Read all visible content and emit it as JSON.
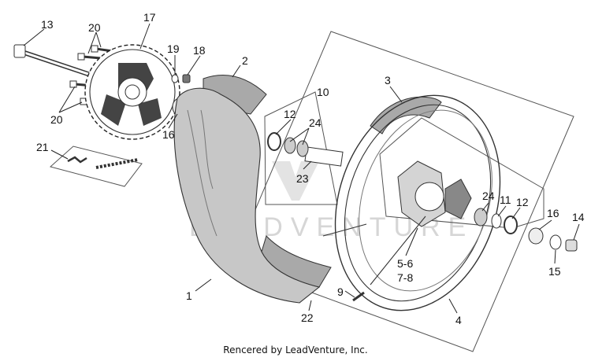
{
  "footer": "Rencered by LeadVenture, Inc.",
  "watermark": {
    "text": "LEADVENTURE"
  },
  "colors": {
    "tyre": "#c7c7c7",
    "tyre_band": "#a9a9a9",
    "lines": "#333333",
    "background": "#ffffff"
  },
  "callouts": {
    "c13": "13",
    "c20a": "20",
    "c17": "17",
    "c19": "19",
    "c18": "18",
    "c20b": "20",
    "c16a": "16",
    "c21": "21",
    "c2": "2",
    "c12a": "12",
    "c10": "10",
    "c24a": "24",
    "c3": "3",
    "c23": "23",
    "c24b": "24",
    "c11": "11",
    "c12b": "12",
    "c16b": "16",
    "c14": "14",
    "c15": "15",
    "c56": "5-6",
    "c78": "7-8",
    "c1": "1",
    "c9": "9",
    "c22": "22",
    "c4": "4"
  }
}
